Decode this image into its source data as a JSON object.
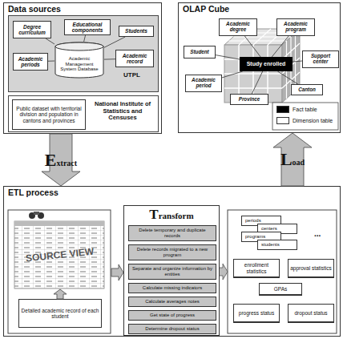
{
  "diagram": {
    "nodes": [
      {
        "text": [
          "Data sources"
        ]
      },
      {
        "text": [
          "UTPL"
        ],
        "in": 0
      },
      {
        "text": [
          "Degree curriculum"
        ],
        "in": 1
      },
      {
        "text": [
          "Educational components"
        ],
        "in": 1
      },
      {
        "text": [
          "Students"
        ],
        "in": 1
      },
      {
        "text": [
          "Academic Management System Database"
        ],
        "in": 1
      },
      {
        "text": [
          "Academic periods"
        ],
        "in": 1
      },
      {
        "text": [
          "Academic record"
        ],
        "in": 1
      },
      {
        "text": [
          "National Institute of Statistics and Censuses"
        ],
        "in": 0
      },
      {
        "text": [
          "Public dataset with territorial division and population in cantons and provinces"
        ],
        "in": 8
      },
      {
        "text": [
          "OLAP Cube"
        ]
      },
      {
        "text": [
          "Study enrolled"
        ],
        "in": 10
      },
      {
        "text": [
          "Academic degree"
        ],
        "in": 10
      },
      {
        "text": [
          "Academic program"
        ],
        "in": 10
      },
      {
        "text": [
          "Student"
        ],
        "in": 10
      },
      {
        "text": [
          "Support center"
        ],
        "in": 10
      },
      {
        "text": [
          "Academic period"
        ],
        "in": 10
      },
      {
        "text": [
          "Province"
        ],
        "in": 10
      },
      {
        "text": [
          "Canton"
        ],
        "in": 10
      },
      {
        "text": [
          "ETL process"
        ]
      },
      {
        "text": [
          "SOURCE VIEW"
        ],
        "in": 19
      },
      {
        "text": [
          "Detailed academic record of each student"
        ],
        "in": 19
      },
      {
        "text": [
          "Transform"
        ],
        "in": 19
      },
      {
        "text": [
          "Delete temporary and duplicate records"
        ],
        "in": 22
      },
      {
        "text": [
          "Delete records migrated to a new program"
        ],
        "in": 22
      },
      {
        "text": [
          "Separate and organize information by entities"
        ],
        "in": 22
      },
      {
        "text": [
          "Calculate missing indicators"
        ],
        "in": 22
      },
      {
        "text": [
          "Calculate averages notes"
        ],
        "in": 22
      },
      {
        "text": [
          "Get state of progress"
        ],
        "in": 22
      },
      {
        "text": [
          "Determine dropout status"
        ],
        "in": 22
      },
      {
        "text": [
          "periods"
        ],
        "in": 19
      },
      {
        "text": [
          "centers"
        ],
        "in": 19
      },
      {
        "text": [
          "programs"
        ],
        "in": 19
      },
      {
        "text": [
          "students"
        ],
        "in": 19
      },
      {
        "text": [
          "enrollment statistics"
        ],
        "in": 19
      },
      {
        "text": [
          "approval statistics"
        ],
        "in": 19
      },
      {
        "text": [
          "GPAs"
        ],
        "in": 19
      },
      {
        "text": [
          "progress status"
        ],
        "in": 19
      },
      {
        "text": [
          "dropout status"
        ],
        "in": 19
      }
    ],
    "edges": [
      {
        "from": 2,
        "to": 5,
        "arrow": "none"
      },
      {
        "from": 3,
        "to": 5,
        "arrow": "none"
      },
      {
        "from": 4,
        "to": 5,
        "arrow": "none"
      },
      {
        "from": 6,
        "to": 5,
        "arrow": "none"
      },
      {
        "from": 7,
        "to": 5,
        "arrow": "none"
      },
      {
        "from": 12,
        "to": 11,
        "arrow": "none"
      },
      {
        "from": 13,
        "to": 11,
        "arrow": "none"
      },
      {
        "from": 14,
        "to": 11,
        "arrow": "none"
      },
      {
        "from": 15,
        "to": 11,
        "arrow": "none"
      },
      {
        "from": 16,
        "to": 11,
        "arrow": "none"
      },
      {
        "from": 17,
        "to": 11,
        "arrow": "none"
      },
      {
        "from": 18,
        "to": 11,
        "arrow": "none"
      },
      {
        "from": 0,
        "to": 19,
        "label": "Extract",
        "arrow": "to"
      },
      {
        "from": 19,
        "to": 10,
        "label": "Load",
        "arrow": "to"
      },
      {
        "from": 21,
        "to": 20,
        "arrow": "to"
      },
      {
        "from": 20,
        "to": 22,
        "arrow": "to"
      }
    ],
    "labels": [
      "..."
    ],
    "legend": [
      {
        "text": "Fact table",
        "color": "#000000"
      },
      {
        "text": "Dimension table",
        "color": "#ffffff"
      }
    ]
  }
}
